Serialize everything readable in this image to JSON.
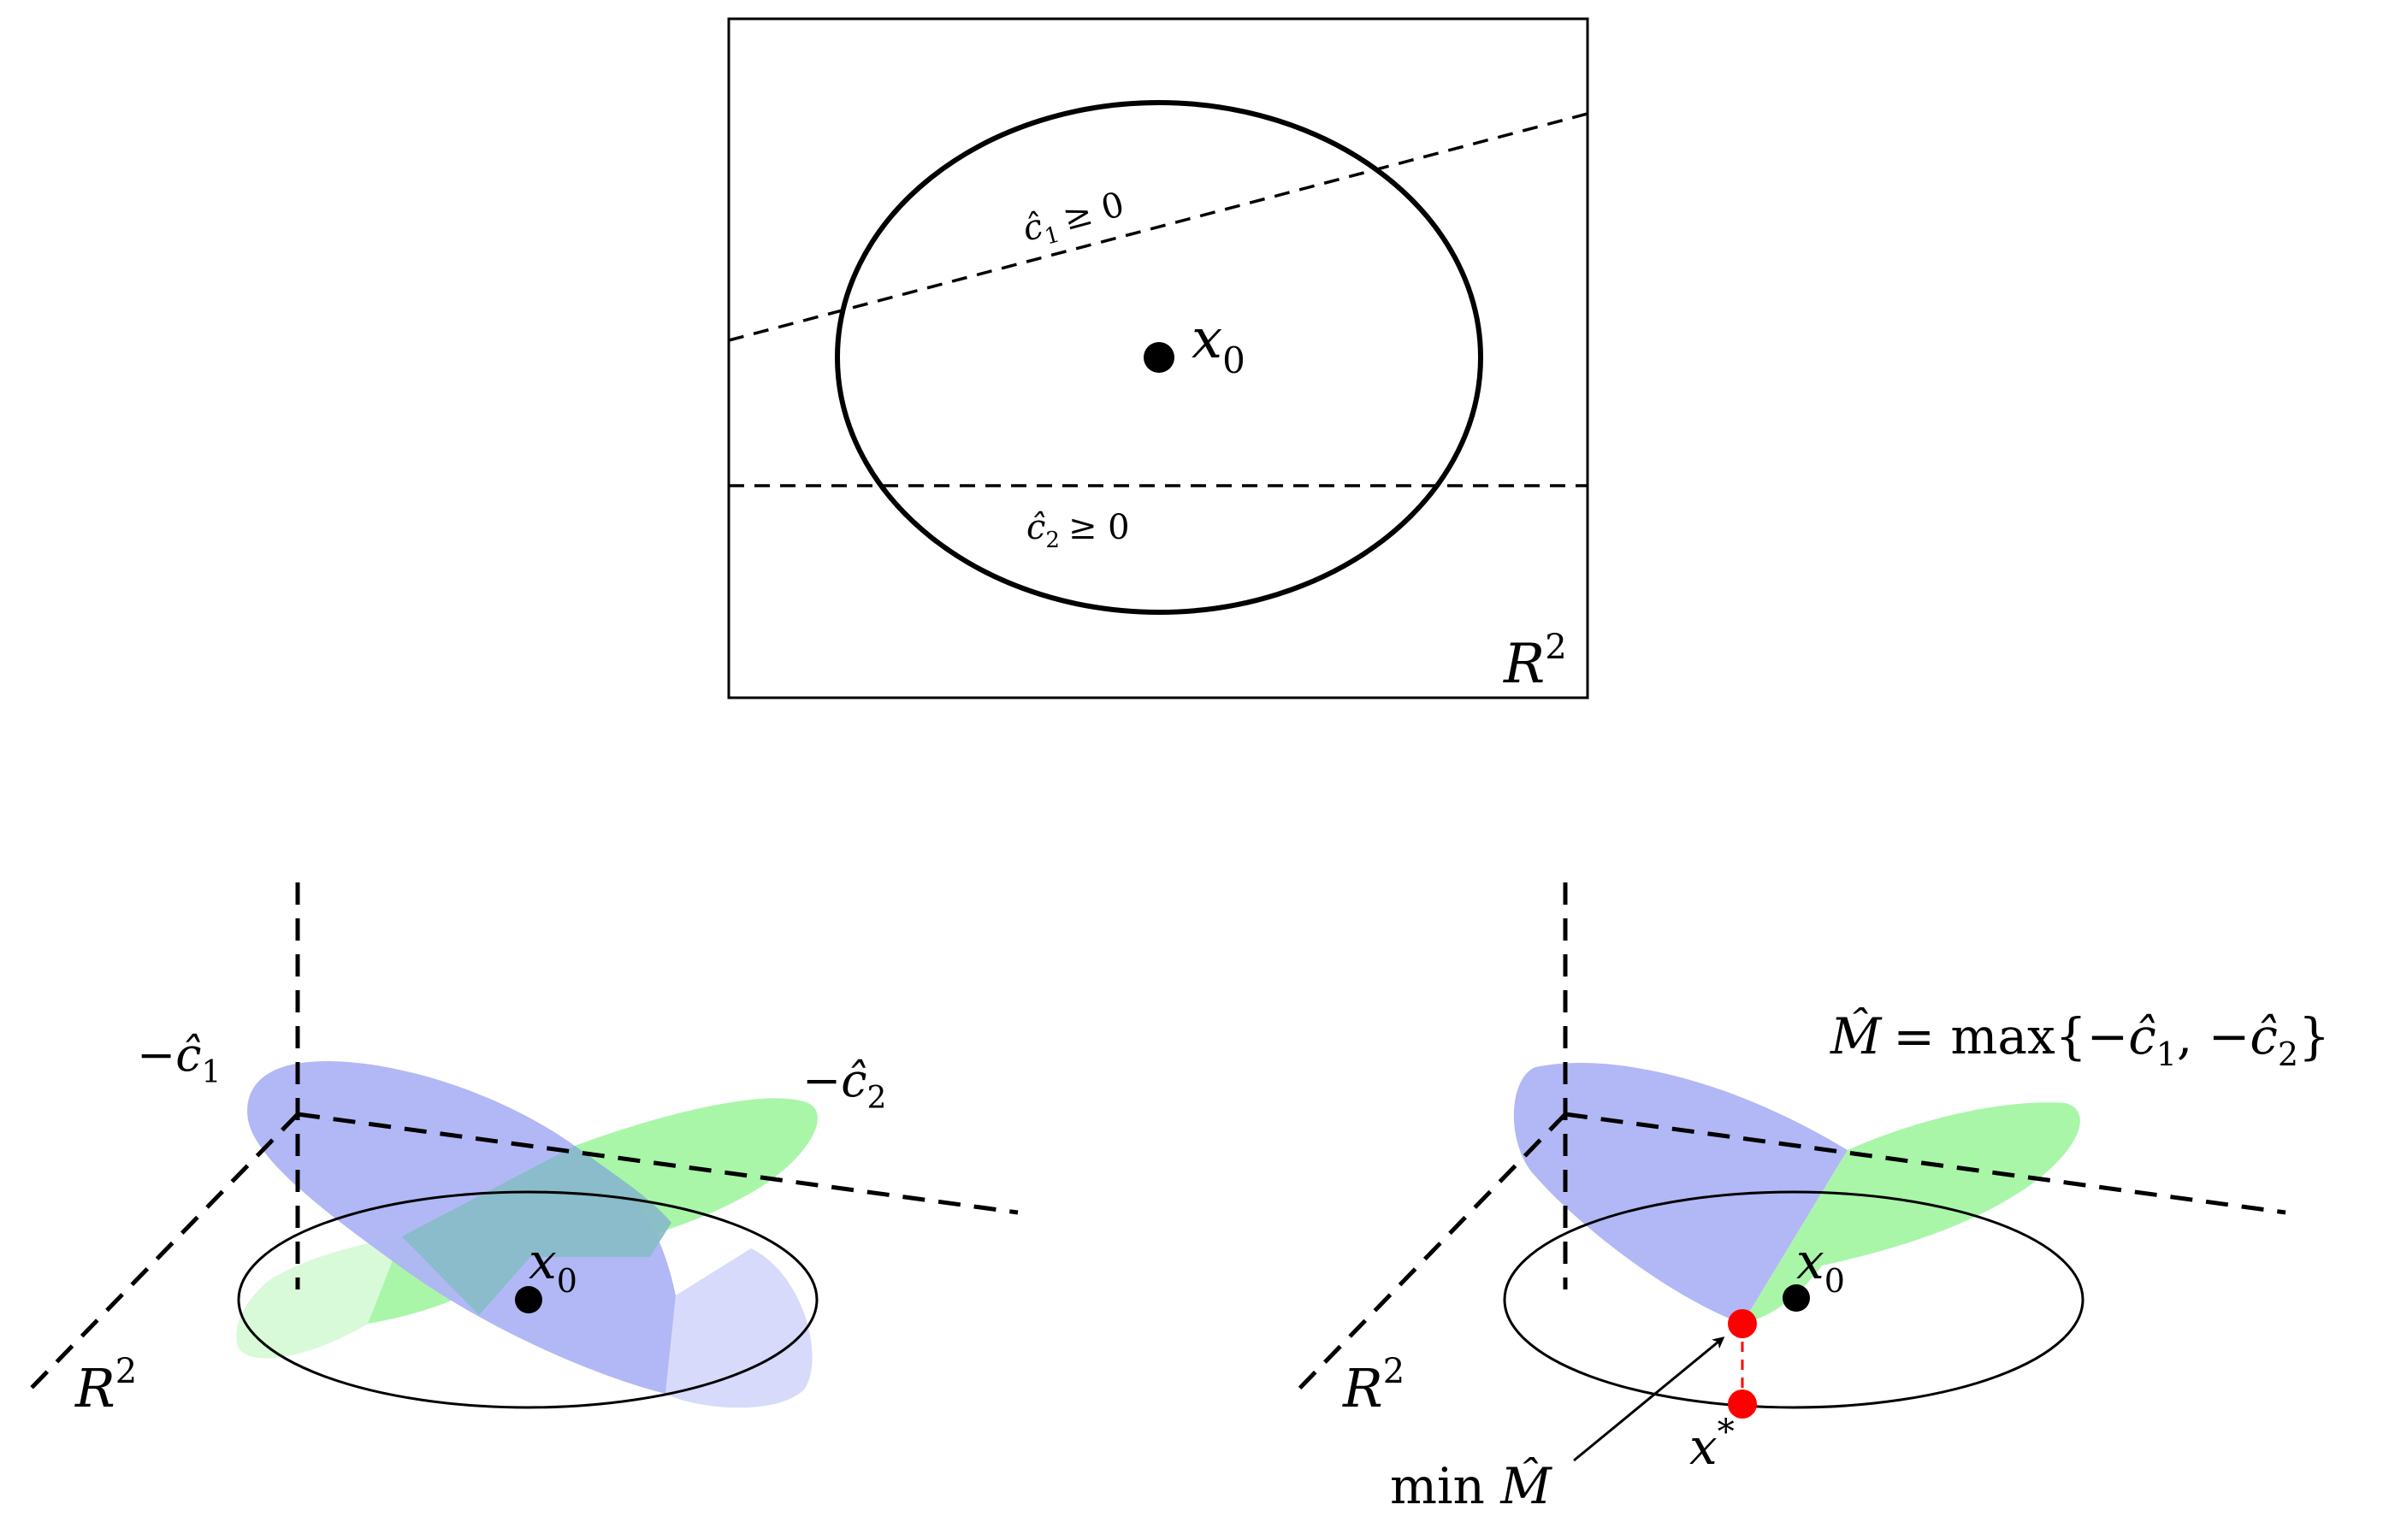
{
  "colors": {
    "ink": "#000000",
    "blue_plane": "#aeb4f4",
    "blue_light": "#d5d8fb",
    "green_plane": "#a4f6a4",
    "green_light": "#d6fad6",
    "overlap": "#88bcc8",
    "minimizer": "#ff0000"
  },
  "top_panel": {
    "space_label": {
      "var": "R",
      "sup": "2"
    },
    "constraint_1": {
      "var": "ĉ",
      "sub": "1",
      "rel": "≥ 0"
    },
    "constraint_2": {
      "var": "ĉ",
      "sub": "2",
      "rel": "≥ 0"
    },
    "center": {
      "var": "x",
      "sub": "0"
    }
  },
  "left_panel": {
    "surface_1": {
      "var": "−ĉ",
      "sub": "1"
    },
    "surface_2": {
      "var": "−ĉ",
      "sub": "2"
    },
    "center": {
      "var": "x",
      "sub": "0"
    },
    "space_label": {
      "var": "R",
      "sup": "2"
    }
  },
  "right_panel": {
    "max_function": {
      "lhs": "M̂",
      "eq": "= max{",
      "a_var": "−ĉ",
      "a_sub": "1",
      "sep": ", ",
      "b_var": "−ĉ",
      "b_sub": "2",
      "close": "}"
    },
    "center": {
      "var": "x",
      "sub": "0"
    },
    "space_label": {
      "var": "R",
      "sup": "2"
    },
    "min_label": {
      "op": "min ",
      "var": "M̂"
    },
    "optimum": {
      "var": "x",
      "sup": "*"
    }
  }
}
